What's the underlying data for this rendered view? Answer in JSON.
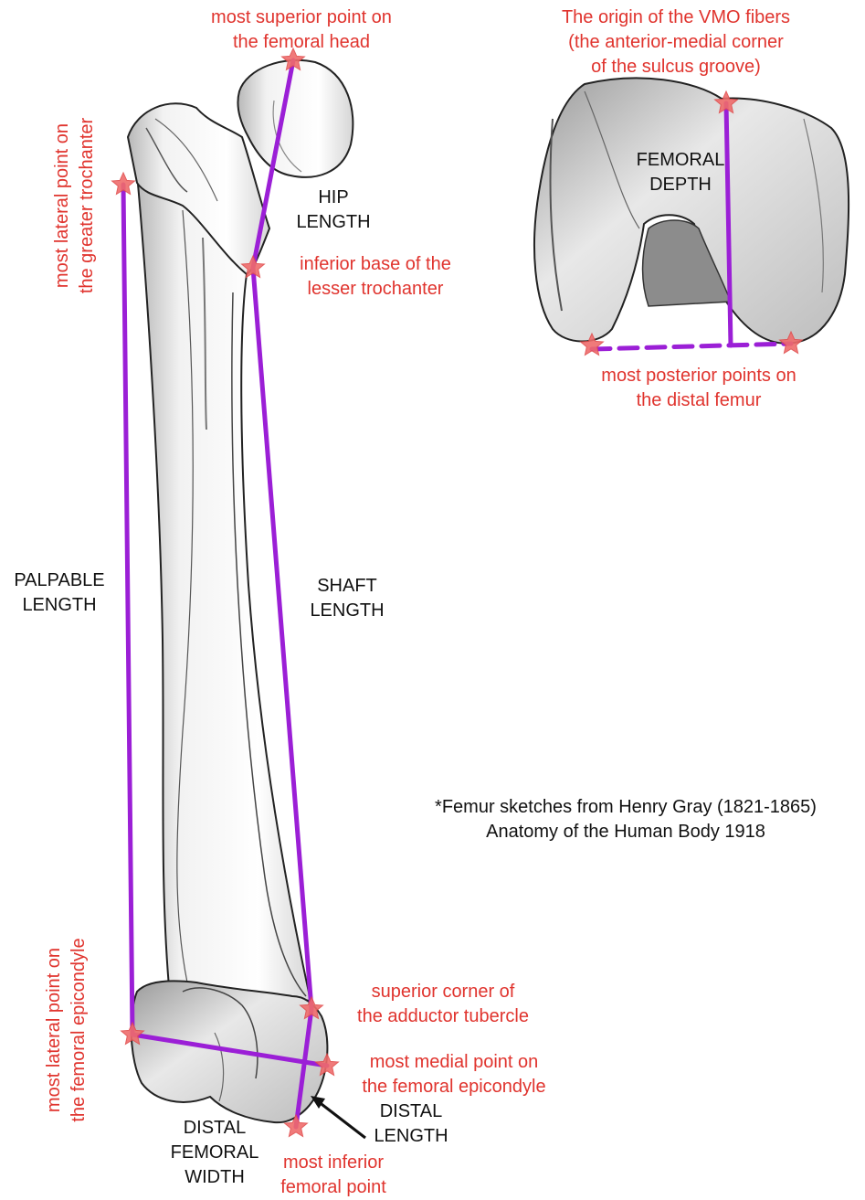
{
  "colors": {
    "measure_line": "#9b1fd6",
    "landmark_star": "#ef6b6b",
    "landmark_text": "#e0342e",
    "measure_text": "#111111"
  },
  "landmarks": {
    "femoral_head_top": {
      "line1": "most superior point on",
      "line2": "the femoral head"
    },
    "greater_trochanter": {
      "line1": "most lateral point on",
      "line2": "the greater trochanter"
    },
    "lesser_trochanter": {
      "line1": "inferior base of the",
      "line2": "lesser trochanter"
    },
    "adductor_tubercle": {
      "line1": "superior corner of",
      "line2": "the adductor tubercle"
    },
    "medial_epicondyle": {
      "line1": "most medial point on",
      "line2": "the femoral epicondyle"
    },
    "lateral_epicondyle": {
      "line1": "most lateral point on",
      "line2": "the femoral epicondyle"
    },
    "inferior_point": {
      "line1": "most inferior",
      "line2": "femoral point"
    },
    "vmo_origin": {
      "line1": "The origin of the VMO fibers",
      "line2": "(the anterior-medial corner",
      "line3": "of the sulcus groove)"
    },
    "posterior_points": {
      "line1": "most posterior points on",
      "line2": "the distal femur"
    }
  },
  "measures": {
    "hip": {
      "line1": "HIP",
      "line2": "LENGTH"
    },
    "palpable": {
      "line1": "PALPABLE",
      "line2": "LENGTH"
    },
    "shaft": {
      "line1": "SHAFT",
      "line2": "LENGTH"
    },
    "distal_length": {
      "line1": "DISTAL",
      "line2": "LENGTH"
    },
    "distal_width": {
      "line1": "DISTAL",
      "line2": "FEMORAL",
      "line3": "WIDTH"
    },
    "femoral_depth": {
      "line1": "FEMORAL",
      "line2": "DEPTH"
    }
  },
  "credit": {
    "line1": "*Femur sketches from Henry Gray (1821-1865)",
    "line2": "Anatomy of the Human Body 1918"
  }
}
